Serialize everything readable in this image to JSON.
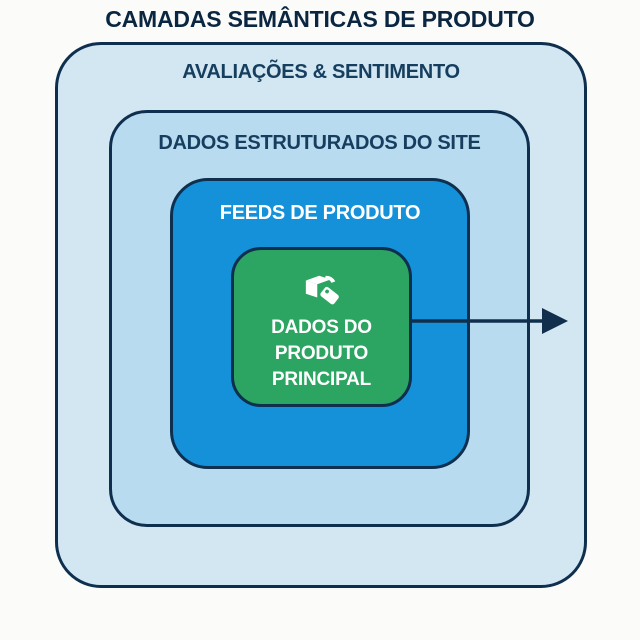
{
  "title": "CAMADAS SEMÂNTICAS DE PRODUTO",
  "diagram": {
    "type": "nested-layers",
    "layers": [
      {
        "id": "avaliacoes-sentimento",
        "label": "AVALIAÇÕES & SENTIMENTO",
        "fill": "#d2e7f2",
        "text_color": "#163e5f"
      },
      {
        "id": "dados-estruturados-site",
        "label": "DADOS ESTRUTURADOS DO SITE",
        "fill": "#b9dbf0",
        "text_color": "#163e5f"
      },
      {
        "id": "feeds-de-produto",
        "label": "FEEDS DE PRODUTO",
        "fill": "#1591da",
        "text_color": "#ffffff"
      },
      {
        "id": "dados-produto-principal",
        "label": "DADOS DO PRODUTO PRINCIPAL",
        "lines": [
          "DADOS DO",
          "PRODUTO",
          "PRINCIPAL"
        ],
        "fill": "#2ba561",
        "text_color": "#ffffff",
        "icon": "package-tag-icon"
      }
    ],
    "arrow": {
      "direction": "right",
      "color": "#112f4d"
    }
  },
  "colors": {
    "background": "#fbfbf9",
    "border": "#0f2f4e",
    "title_text": "#0a2641",
    "label_text": "#163e5f",
    "outer_fill": "#d2e7f2",
    "middle_fill": "#b9dbf0",
    "feeds_fill": "#1591da",
    "core_fill": "#2ba561",
    "white_text": "#ffffff",
    "arrow": "#112f4d"
  }
}
